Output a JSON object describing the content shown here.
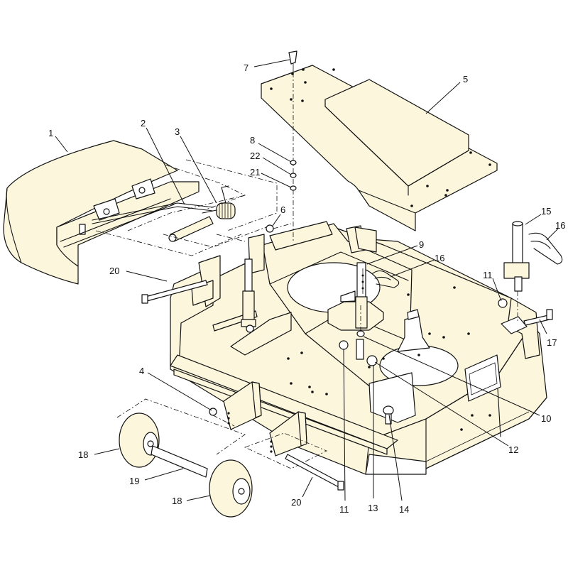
{
  "callouts": [
    {
      "id": "c1",
      "label": "1"
    },
    {
      "id": "c2",
      "label": "2"
    },
    {
      "id": "c3",
      "label": "3"
    },
    {
      "id": "c4",
      "label": "4"
    },
    {
      "id": "c5",
      "label": "5"
    },
    {
      "id": "c6",
      "label": "6"
    },
    {
      "id": "c7",
      "label": "7"
    },
    {
      "id": "c8",
      "label": "8"
    },
    {
      "id": "c9",
      "label": "9"
    },
    {
      "id": "c10",
      "label": "10"
    },
    {
      "id": "c11a",
      "label": "11"
    },
    {
      "id": "c11b",
      "label": "11"
    },
    {
      "id": "c12",
      "label": "12"
    },
    {
      "id": "c13",
      "label": "13"
    },
    {
      "id": "c14",
      "label": "14"
    },
    {
      "id": "c15",
      "label": "15"
    },
    {
      "id": "c16a",
      "label": "16"
    },
    {
      "id": "c16b",
      "label": "16"
    },
    {
      "id": "c17",
      "label": "17"
    },
    {
      "id": "c18a",
      "label": "18"
    },
    {
      "id": "c18b",
      "label": "18"
    },
    {
      "id": "c19",
      "label": "19"
    },
    {
      "id": "c20a",
      "label": "20"
    },
    {
      "id": "c20b",
      "label": "20"
    },
    {
      "id": "c21",
      "label": "21"
    },
    {
      "id": "c22",
      "label": "22"
    }
  ]
}
